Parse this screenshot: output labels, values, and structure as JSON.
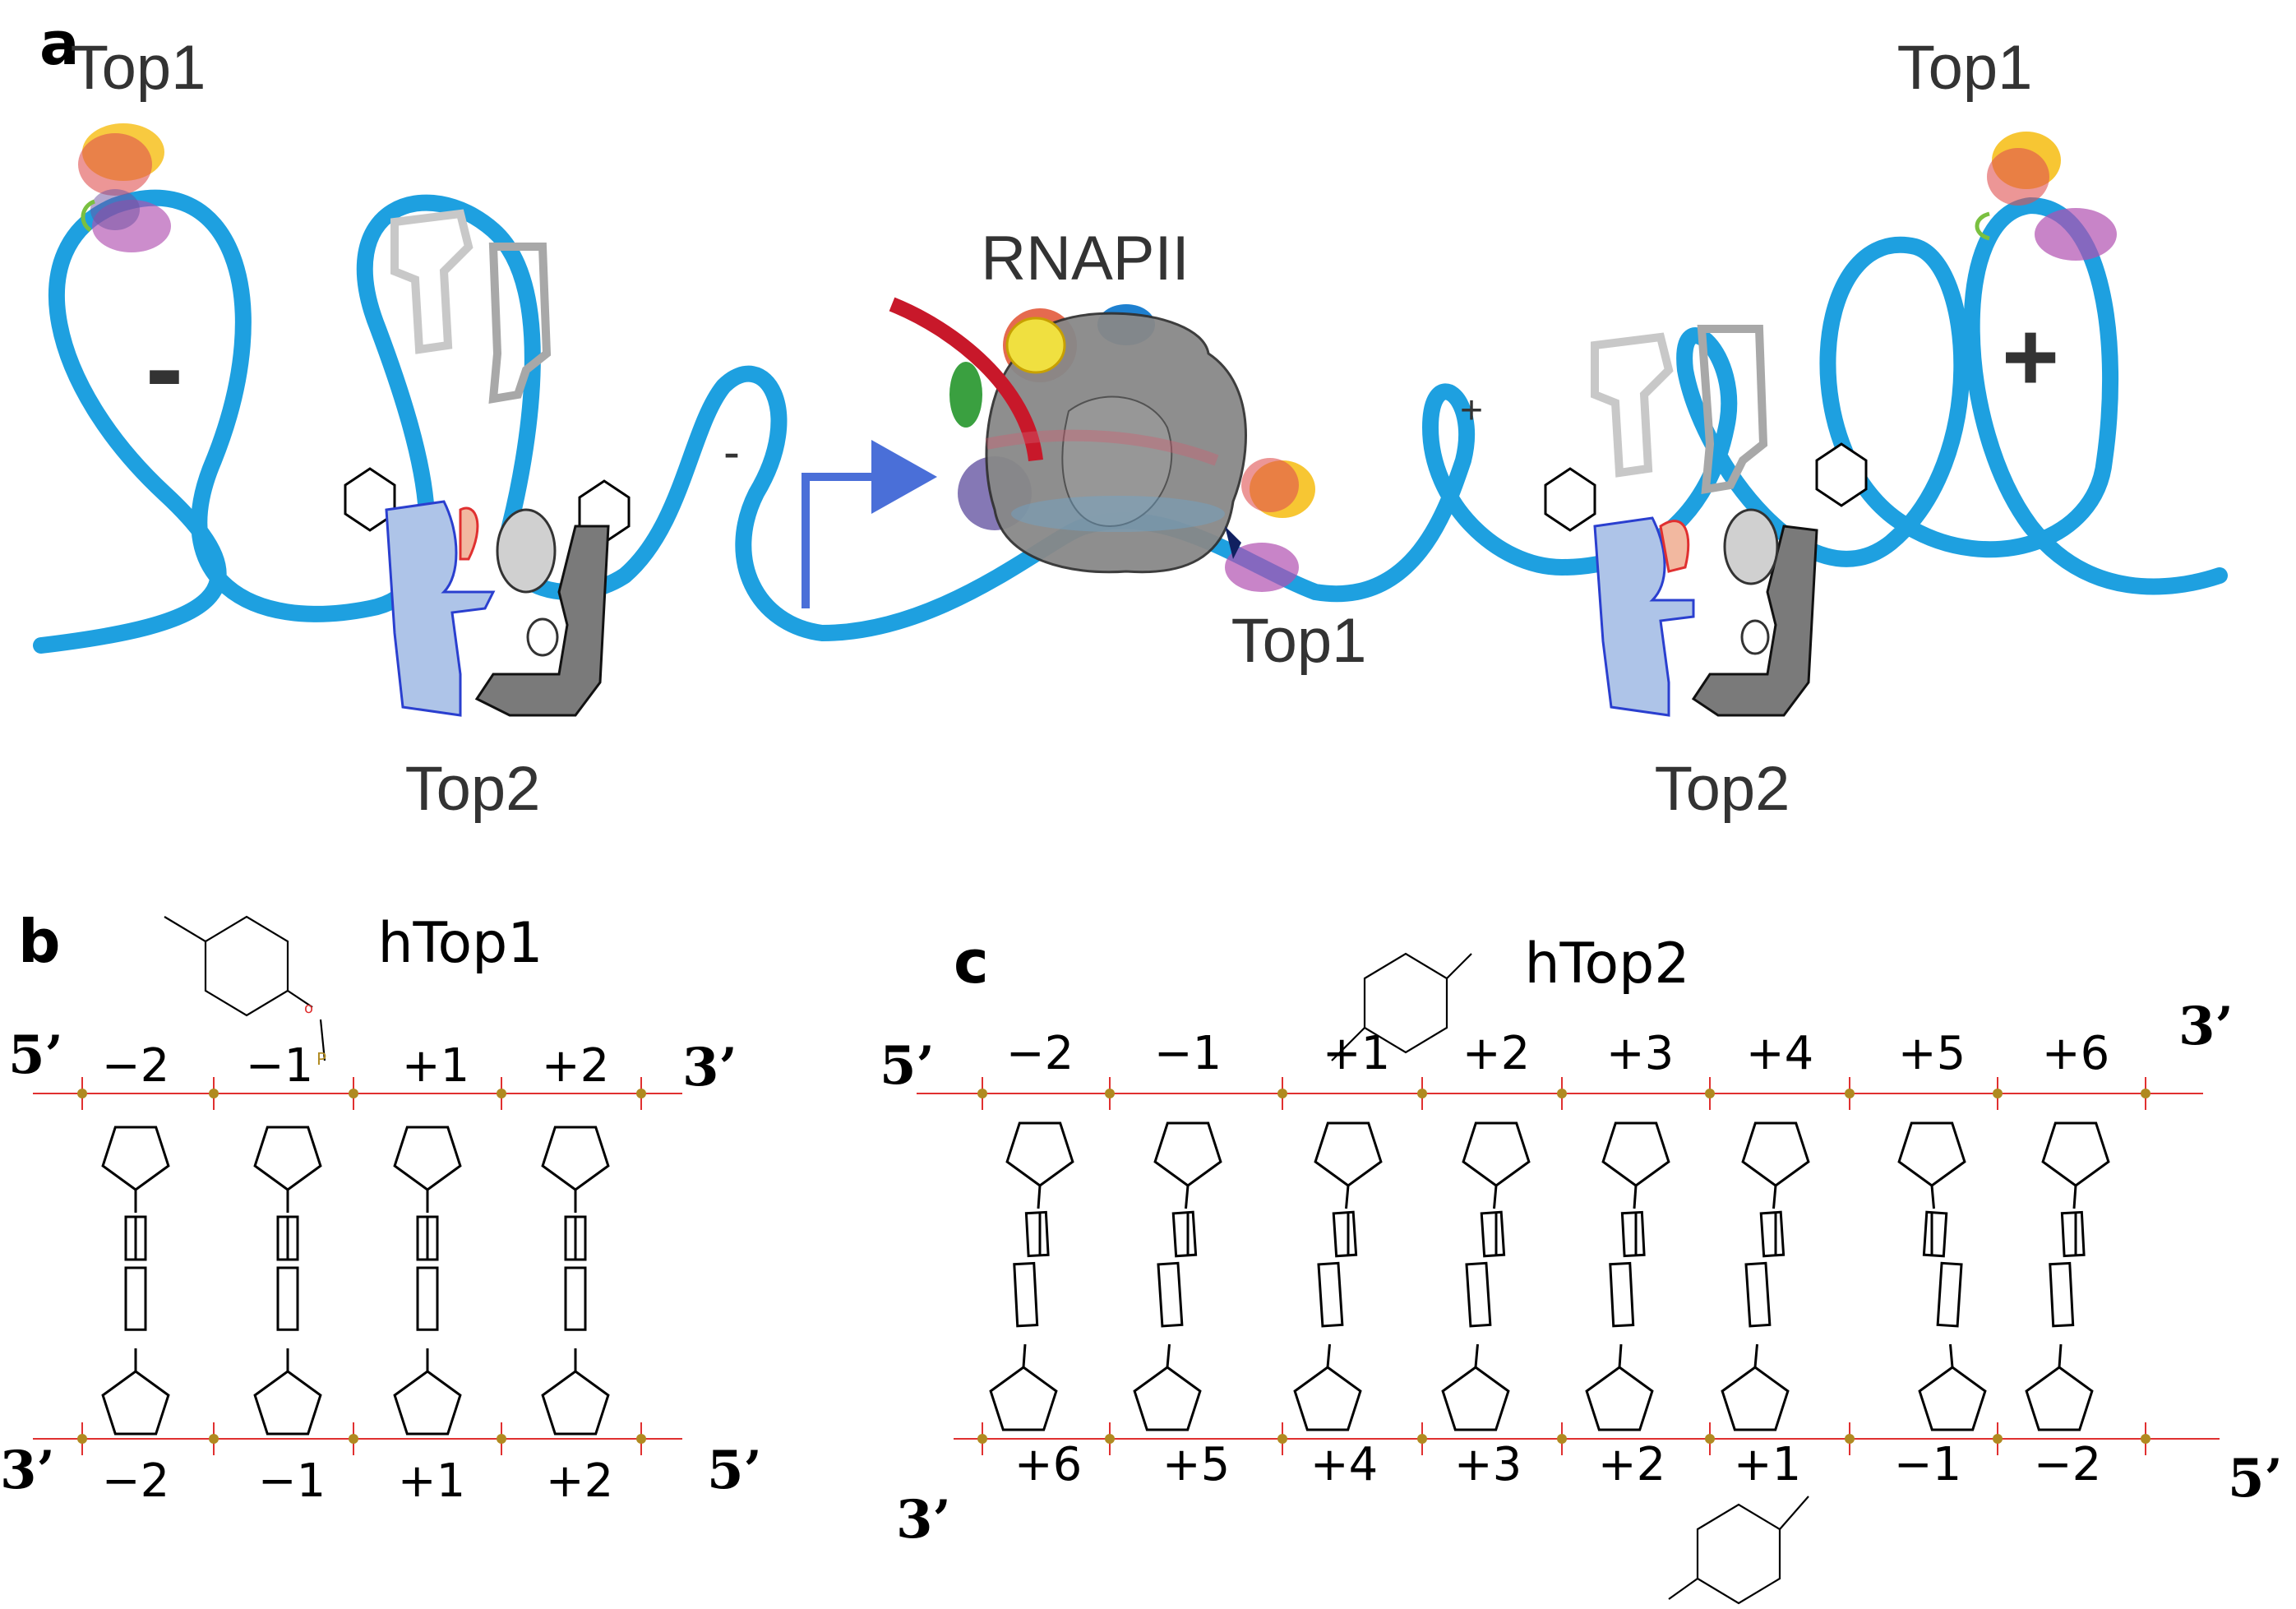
{
  "panels": {
    "a": {
      "letter": "a",
      "labels": {
        "top1_left": "Top1",
        "top1_right": "Top1",
        "top1_center": "Top1",
        "rnapii": "RNAPII",
        "top2_left": "Top2",
        "top2_right": "Top2",
        "minus_big": "-",
        "minus_small": "-",
        "plus_small": "+",
        "plus_big": "+"
      },
      "colors": {
        "dna": "#1ea0e0",
        "rna": "#c8182a",
        "tss_arrow": "#4a6fd8",
        "polymerase": "#7a7a7a"
      }
    },
    "b": {
      "letter": "b",
      "enzyme": "hTop1",
      "top_end_left": "5’",
      "top_end_right": "3’",
      "bottom_end_left": "3’",
      "bottom_end_right": "5’",
      "top_positions": [
        "−2",
        "−1",
        "+1",
        "+2"
      ],
      "bottom_positions": [
        "−2",
        "−1",
        "+1",
        "+2"
      ]
    },
    "c": {
      "letter": "c",
      "enzyme": "hTop2",
      "top_end_left": "5’",
      "top_end_right": "3’",
      "bottom_end_left": "3’",
      "bottom_end_right": "5’",
      "top_positions": [
        "−2",
        "−1",
        "+1",
        "+2",
        "+3",
        "+4",
        "+5",
        "+6"
      ],
      "bottom_positions": [
        "+6",
        "+5",
        "+4",
        "+3",
        "+2",
        "+1",
        "−1",
        "−2"
      ]
    }
  }
}
